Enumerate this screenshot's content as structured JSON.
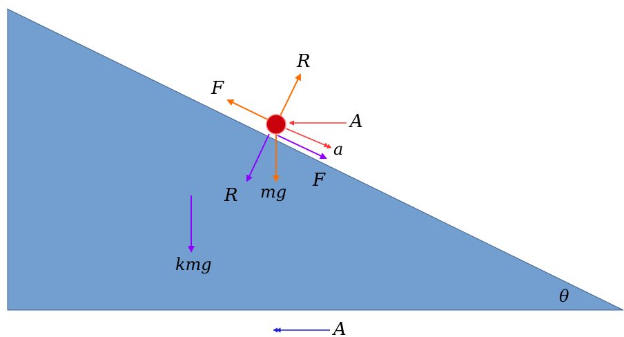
{
  "colors": {
    "wedge": "#729fcf",
    "wedge_edge": "#3c5f8a",
    "particle": "#c9000b",
    "orange": "#ff6d00",
    "purple": "#8f00ff",
    "red": "#ff3333",
    "blue": "#1c1cd9"
  },
  "labels": {
    "particle_normal": "R",
    "particle_friction": "F",
    "particle_weight": "mg",
    "particle_push": "A",
    "particle_accel": "a",
    "wedge_normal": "R",
    "wedge_friction": "F",
    "wedge_weight": "kmg",
    "wedge_accel": "A",
    "angle": "θ"
  }
}
